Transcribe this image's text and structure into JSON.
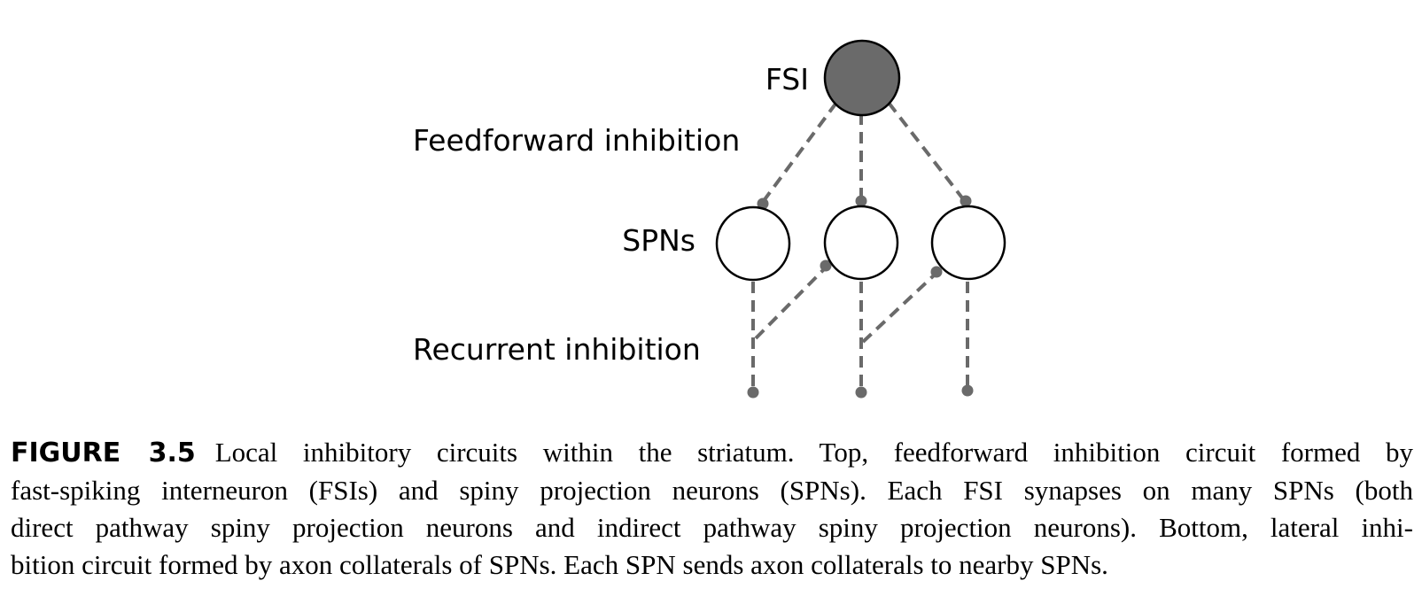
{
  "diagram": {
    "labels": {
      "fsi": "FSI",
      "feedforward": "Feedforward inhibition",
      "spns": "SPNs",
      "recurrent": "Recurrent inhibition"
    },
    "colors": {
      "fsi_fill": "#6a6a6a",
      "connection": "#6a6a6a",
      "spn_fill": "#ffffff",
      "outline": "#000000"
    }
  },
  "caption": {
    "figure_label": "FIGURE 3.5",
    "line1": "Local inhibitory circuits within the striatum. Top, feedforward inhibition circuit formed by",
    "line2": "fast-spiking interneuron (FSIs) and spiny projection neurons (SPNs). Each FSI synapses on many SPNs (both",
    "line3": "direct pathway spiny projection neurons and indirect pathway spiny projection neurons). Bottom, lateral inhi-",
    "line4": "bition circuit formed by axon collaterals of SPNs. Each SPN sends axon collaterals to nearby SPNs."
  }
}
